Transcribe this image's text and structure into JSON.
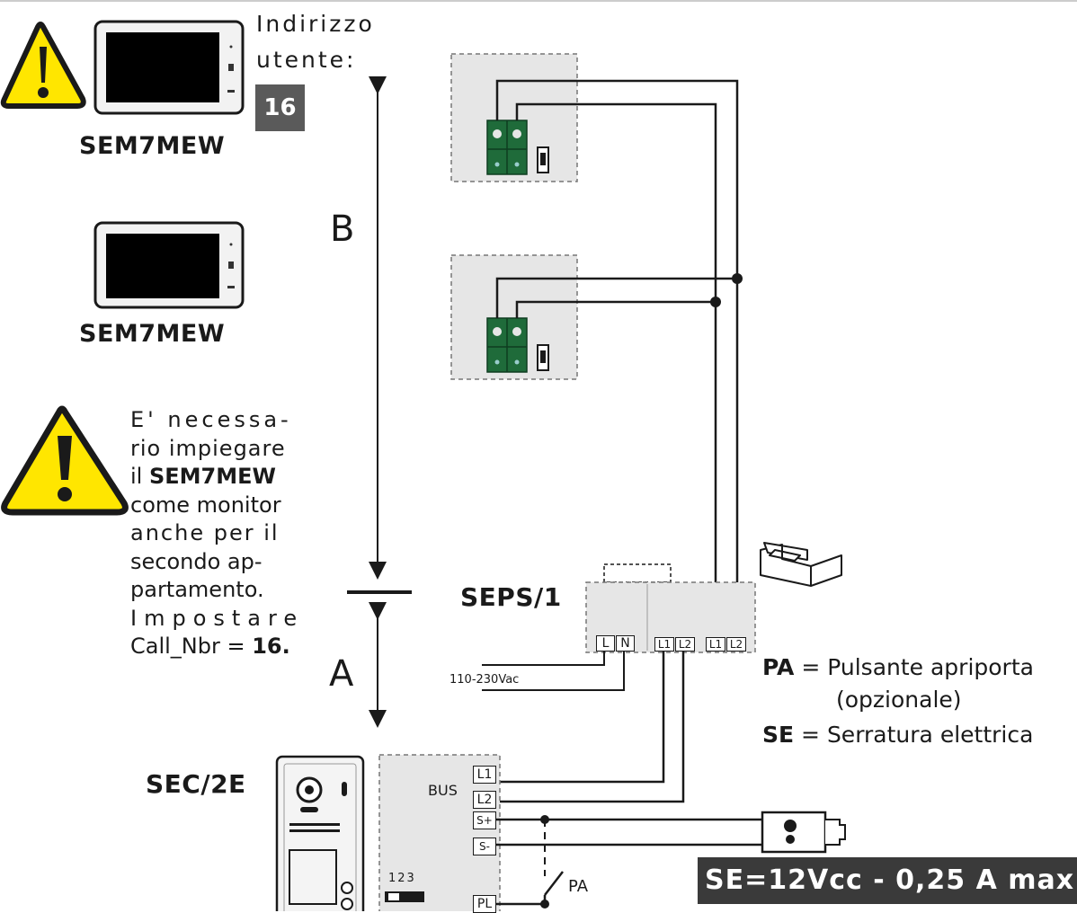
{
  "monitor_model": "SEM7MEW",
  "address": {
    "label_line1": "Indirizzo",
    "label_line2": "utente:",
    "value": "16"
  },
  "segments": {
    "upper": "B",
    "lower": "A"
  },
  "note": {
    "line1": "E' necessa-",
    "line2": "rio impiegare",
    "line3_prefix": "il",
    "line3_bold": "SEM7MEW",
    "line4": "come monitor",
    "line5": "anche per il",
    "line6": "secondo ap-",
    "line7": "partamento.",
    "line8": "Impostare",
    "line9_prefix": "Call_Nbr =",
    "line9_bold": "16."
  },
  "power_supply": {
    "name": "SEPS/1",
    "terminals": [
      "L",
      "N",
      "L1",
      "L2",
      "L1",
      "L2"
    ],
    "mains_label": "110-230Vac"
  },
  "door_station": {
    "name": "SEC/2E",
    "bus_label": "BUS",
    "terminals": [
      "L1",
      "L2",
      "S+",
      "S-",
      "PL"
    ],
    "dip_label": "123"
  },
  "pa_label": "PA",
  "legend": [
    {
      "abbr": "PA",
      "text": "= Pulsante apriporta",
      "text2": "(opzionale)"
    },
    {
      "abbr": "SE",
      "text": "= Serratura elettrica"
    }
  ],
  "lock_spec": "SE=12Vcc - 0,25 A max",
  "colors": {
    "warning_yellow": "#ffe600",
    "terminal_green": "#1f6b3a",
    "banner_gray": "#3a3a3a",
    "address_gray": "#5a5a5a",
    "box_fill": "#e6e6e6"
  }
}
